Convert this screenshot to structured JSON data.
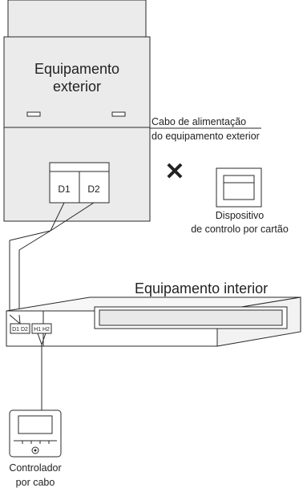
{
  "outdoor_unit": {
    "label_line1": "Equipamento",
    "label_line2": "exterior",
    "terminal_d1": "D1",
    "terminal_d2": "D2"
  },
  "power_cable": {
    "label_line1": "Cabo de alimentação",
    "label_line2": "do equipamento exterior"
  },
  "card_device": {
    "label_line1": "Dispositivo",
    "label_line2": "de controlo por cartão"
  },
  "not_allowed_mark": "✕",
  "indoor_unit": {
    "label": "Equipamento interior",
    "terminal_d1d2": "D1 D2",
    "terminal_h1h2": "H1 H2"
  },
  "wired_controller": {
    "label_line1": "Controlador",
    "label_line2": "por cabo"
  },
  "colors": {
    "line": "#2a2a2a",
    "outdoor_fill": "#ebebeb",
    "duct_fill": "#f2f2f2"
  }
}
